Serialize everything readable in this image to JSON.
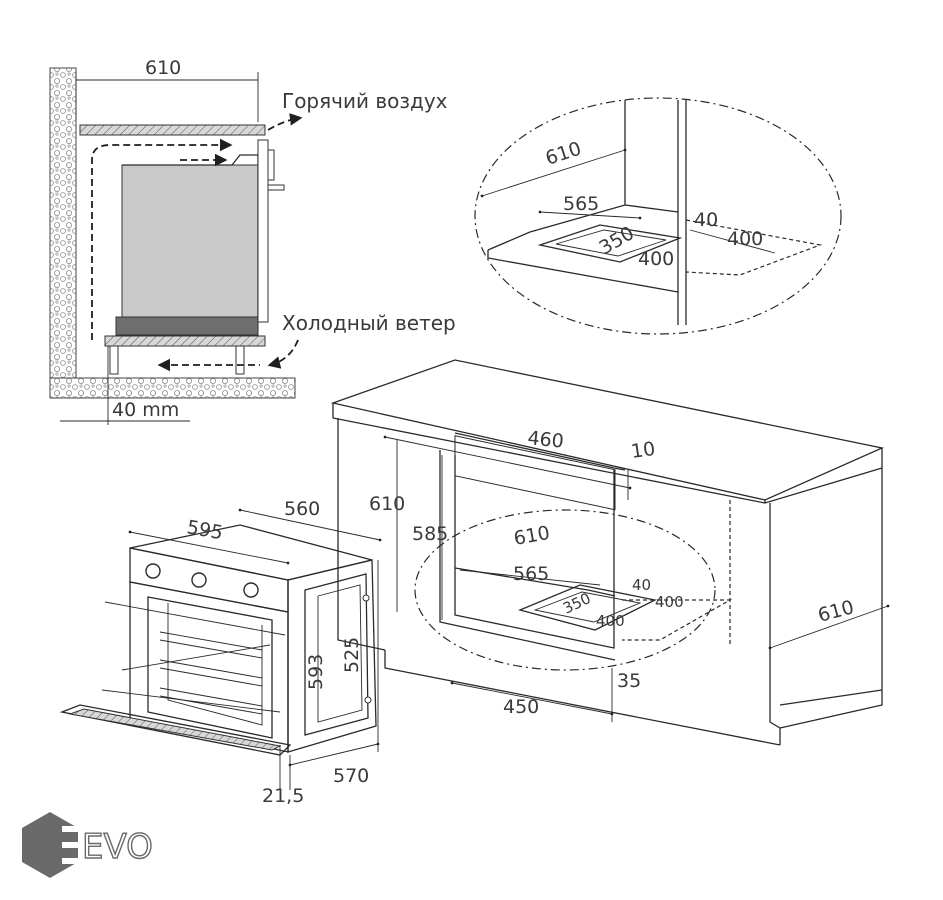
{
  "colors": {
    "line": "#2a2a2a",
    "oven_body": "#c9c9c9",
    "oven_base": "#6e6e6e",
    "wall_hatch": "#8a8a8a",
    "logo": "#6a6a6a"
  },
  "section_view": {
    "dim_width": "610",
    "dim_gap": "40 mm",
    "label_hot_air": "Горячий воздух",
    "label_cold_air": "Холодный ветер"
  },
  "detail_view": {
    "dim_depth": "610",
    "dim_inner": "565",
    "dim_side": "40",
    "dim_cut_width": "400",
    "dim_cut_depth": "350",
    "dim_cut_front": "400"
  },
  "oven_view": {
    "dim_width": "595",
    "dim_depth": "560",
    "dim_height": "593",
    "dim_inner_height": "525",
    "dim_front": "21,5",
    "dim_body_depth": "570"
  },
  "cabinet_view": {
    "dim_niche_width": "460",
    "dim_top_gap": "10",
    "dim_cabinet_height": "610",
    "dim_niche_height": "585",
    "dim_depth_a": "610",
    "dim_inner_depth": "565",
    "dim_side": "40",
    "dim_cut_width": "400",
    "dim_cut_depth": "350",
    "dim_cut_front": "400",
    "dim_bottom_width": "450",
    "dim_bottom_gap": "35",
    "dim_side_depth": "610"
  },
  "logo": {
    "text": "EVO",
    "icon": "hexagon-logo-icon"
  }
}
